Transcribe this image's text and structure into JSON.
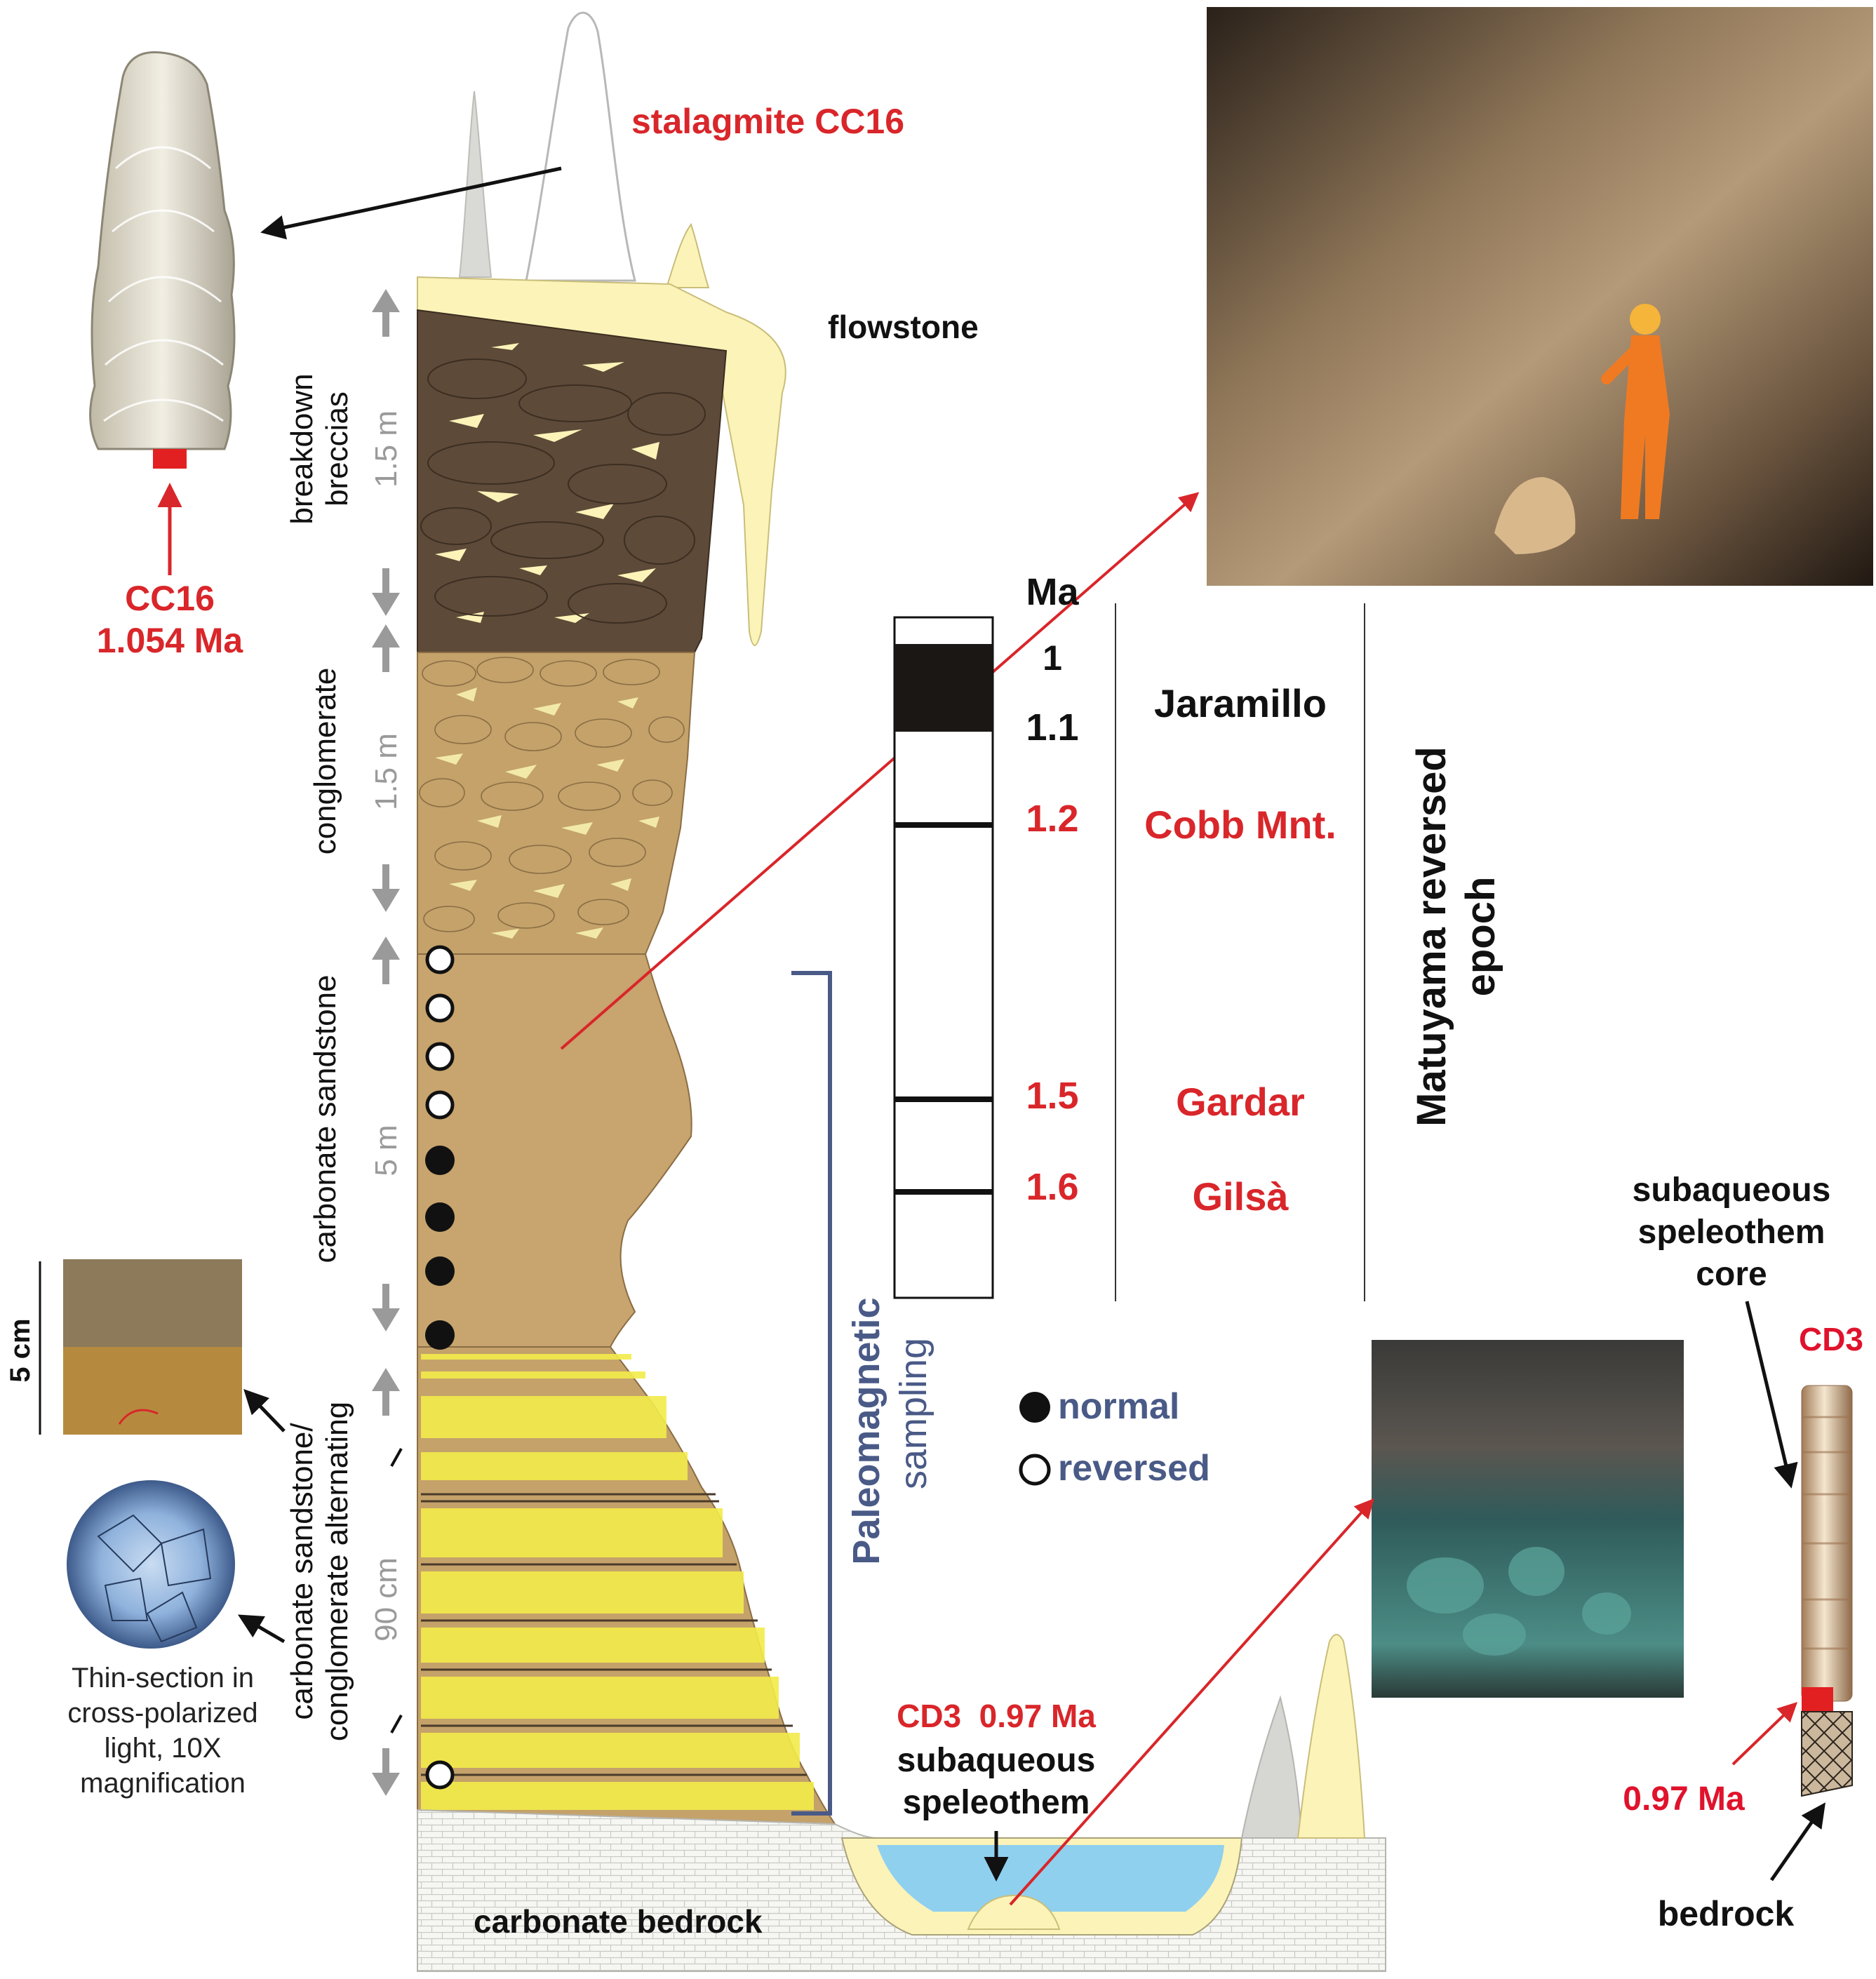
{
  "stalagmite": {
    "title": "stalagmite CC16",
    "sample_id": "CC16",
    "sample_age": "1.054 Ma"
  },
  "flowstone": "flowstone",
  "units": {
    "breccias": {
      "line1": "breakdown",
      "line2": "breccias",
      "thickness": "1.5 m"
    },
    "conglomerate": {
      "label": "conglomerate",
      "thickness": "1.5 m"
    },
    "sandstone": {
      "label": "carbonate sandstone",
      "thickness": "5 m"
    },
    "alternating": {
      "line1": "carbonate sandstone/",
      "line2": "conglomerate alternating",
      "thickness": "90 cm"
    }
  },
  "bedrock": "carbonate bedrock",
  "scale_bar": "5 cm",
  "thin_section": [
    "Thin-section in",
    "cross-polarized",
    "light, 10X",
    "magnification"
  ],
  "polarity_column": {
    "header": "Ma",
    "ticks": [
      {
        "age": "1",
        "color": "#111111"
      },
      {
        "age": "1.1",
        "color": "#111111"
      },
      {
        "age": "1.2",
        "color": "#d9262a"
      },
      {
        "age": "1.5",
        "color": "#d9262a"
      },
      {
        "age": "1.6",
        "color": "#d9262a"
      }
    ],
    "events": [
      {
        "name": "Jaramillo",
        "color": "#111111"
      },
      {
        "name": "Cobb Mnt.",
        "color": "#d9262a"
      },
      {
        "name": "Gardar",
        "color": "#d9262a"
      },
      {
        "name": "Gilsà",
        "color": "#d9262a"
      }
    ],
    "epoch": [
      "Matuyama reversed",
      "epoch"
    ]
  },
  "paleomagnetic": {
    "label": [
      "Paleomagnetic",
      "sampling"
    ],
    "legend": [
      {
        "symbol": "filled",
        "label": "normal"
      },
      {
        "symbol": "open",
        "label": "reversed"
      }
    ],
    "samples": [
      "reversed",
      "reversed",
      "reversed",
      "reversed",
      "normal",
      "normal",
      "normal",
      "normal",
      "reversed"
    ]
  },
  "cd3_pool": {
    "title": "CD3  0.97 Ma",
    "line1": "subaqueous",
    "line2": "speleothem"
  },
  "core": {
    "title": [
      "subaqueous",
      "speleothem",
      "core"
    ],
    "id": "CD3",
    "age": "0.97 Ma",
    "base": "bedrock"
  },
  "colors": {
    "red": "#d9262a",
    "navy": "#4a5a87",
    "breccia": "#5e4a38",
    "clast": "#c4a26a",
    "sandstone": "#c8a46e",
    "flowstone": "#fcf3b8",
    "water": "#8fd0ef"
  }
}
